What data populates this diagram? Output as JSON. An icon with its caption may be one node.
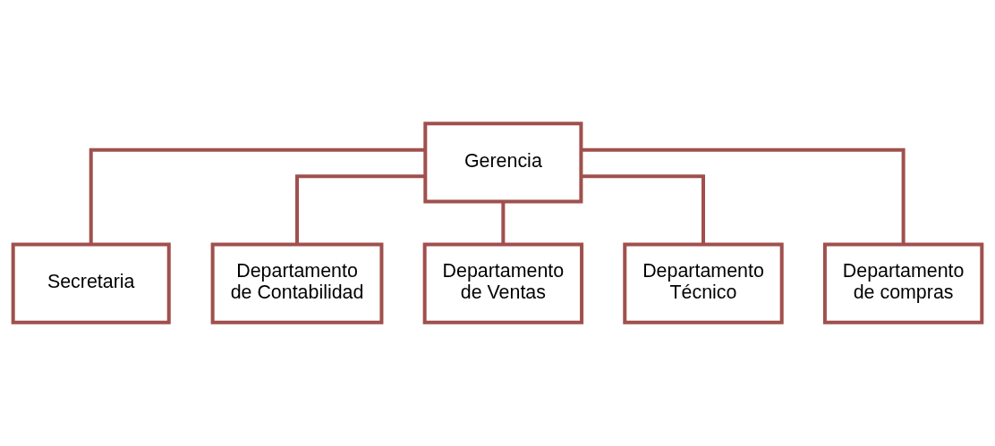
{
  "diagram": {
    "nodes": [
      {
        "text": [
          "Gerencia"
        ]
      },
      {
        "text": [
          "Secretaria"
        ]
      },
      {
        "text": [
          "Departamento de Contabilidad"
        ]
      },
      {
        "text": [
          "Departamento de Ventas"
        ]
      },
      {
        "text": [
          "Departamento Técnico"
        ]
      },
      {
        "text": [
          "Departamento de compras"
        ]
      }
    ],
    "edges": [
      {
        "from": 0,
        "to": 1,
        "arrow": "none"
      },
      {
        "from": 0,
        "to": 2,
        "arrow": "none"
      },
      {
        "from": 0,
        "to": 3,
        "arrow": "none"
      },
      {
        "from": 0,
        "to": 4,
        "arrow": "none"
      },
      {
        "from": 0,
        "to": 5,
        "arrow": "none"
      }
    ]
  }
}
